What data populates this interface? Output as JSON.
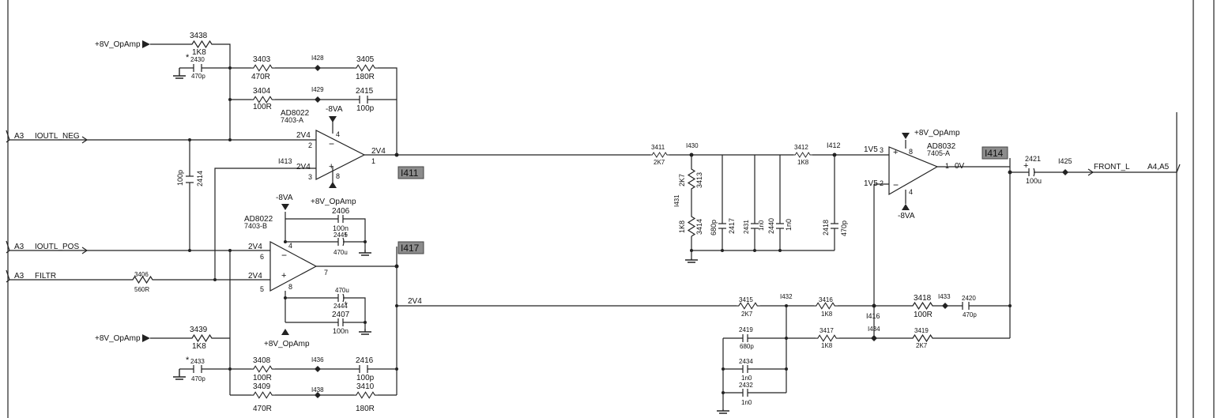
{
  "nets": {
    "p8v": "+8V_OpAmp",
    "m8v": "-8VA",
    "iin_neg": "IOUTL_NEG",
    "iin_pos": "IOUTL_POS",
    "filtr": "FILTR",
    "front_l": "FRONT_L",
    "a3": "A3",
    "a4a5": "A4,A5",
    "v2v4": "2V4",
    "v1v5": "1V5",
    "v0": "0V"
  },
  "ics": {
    "u1": {
      "ref": "AD8022",
      "part": "7403-A"
    },
    "u2": {
      "ref": "AD8022",
      "part": "7403-B"
    },
    "u3": {
      "ref": "AD8032",
      "part": "7405-A"
    }
  },
  "pins": {
    "p1": "1",
    "p2": "2",
    "p3": "3",
    "p4": "4",
    "p5": "5",
    "p6": "6",
    "p7": "7",
    "p8": "8"
  },
  "signs": {
    "minus": "−",
    "plus": "+"
  },
  "tags": {
    "t1411": "I411",
    "t1417": "I417",
    "t1414": "I414"
  },
  "points": {
    "i428": "I428",
    "i429": "I429",
    "i413": "I413",
    "i430": "I430",
    "i431": "I431",
    "i412": "I412",
    "i416": "I416",
    "i425": "I425",
    "i432": "I432",
    "i433": "I433",
    "i434": "I434",
    "i436": "I436",
    "i438": "I438"
  },
  "parts": {
    "r3438": {
      "ref": "3438",
      "val": "1K8"
    },
    "c2430": {
      "ref": "2430",
      "val": "470p",
      "mark": "*"
    },
    "r3403": {
      "ref": "3403",
      "val": "470R"
    },
    "r3405": {
      "ref": "3405",
      "val": "180R"
    },
    "r3404": {
      "ref": "3404",
      "val": "100R"
    },
    "c2415": {
      "ref": "2415",
      "val": "100p"
    },
    "c2414": {
      "ref": "2414",
      "val": "100p"
    },
    "c2406": {
      "ref": "2406",
      "val": "100n"
    },
    "c2445": {
      "ref": "2445",
      "val": "470u"
    },
    "r3406": {
      "ref": "3406",
      "val": "560R"
    },
    "c2444": {
      "ref": "2444",
      "val": "470u"
    },
    "c2407": {
      "ref": "2407",
      "val": "100n"
    },
    "r3439": {
      "ref": "3439",
      "val": "1K8"
    },
    "c2433": {
      "ref": "2433",
      "val": "470p",
      "mark": "*"
    },
    "r3408": {
      "ref": "3408",
      "val": "100R"
    },
    "c2416": {
      "ref": "2416",
      "val": "100p"
    },
    "r3409": {
      "ref": "3409",
      "val": "470R"
    },
    "r3410": {
      "ref": "3410",
      "val": "180R"
    },
    "r3411": {
      "ref": "3411",
      "val": "2K7"
    },
    "r3413": {
      "ref": "3413",
      "val": "2K7"
    },
    "r3414": {
      "ref": "3414",
      "val": "1K8"
    },
    "c2417": {
      "ref": "2417",
      "val": "680p"
    },
    "c2431": {
      "ref": "2431",
      "val": "1n0"
    },
    "c2440": {
      "ref": "2440",
      "val": "1n0"
    },
    "r3412": {
      "ref": "3412",
      "val": "1K8"
    },
    "c2418": {
      "ref": "2418",
      "val": "470p"
    },
    "c2421": {
      "ref": "2421",
      "val": "100u"
    },
    "r3415": {
      "ref": "3415",
      "val": "2K7"
    },
    "r3416": {
      "ref": "3416",
      "val": "1K8"
    },
    "r3418": {
      "ref": "3418",
      "val": "100R"
    },
    "c2420": {
      "ref": "2420",
      "val": "470p"
    },
    "c2419": {
      "ref": "2419",
      "val": "680p"
    },
    "r3417": {
      "ref": "3417",
      "val": "1K8"
    },
    "r3419": {
      "ref": "3419",
      "val": "2K7"
    },
    "c2434": {
      "ref": "2434",
      "val": "1n0"
    },
    "c2432": {
      "ref": "2432",
      "val": "1n0"
    }
  }
}
